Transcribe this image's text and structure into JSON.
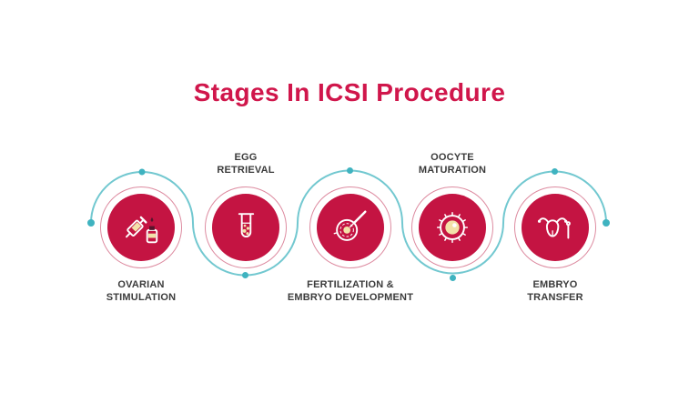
{
  "title": "Stages In ICSI Procedure",
  "stages": [
    {
      "id": "ovarian-stimulation",
      "label_line1": "OVARIAN",
      "label_line2": "STIMULATION",
      "label_position": "below",
      "icon": "syringe-vial-icon"
    },
    {
      "id": "egg-retrieval",
      "label_line1": "EGG",
      "label_line2": "RETRIEVAL",
      "label_position": "above",
      "icon": "test-tube-icon"
    },
    {
      "id": "fertilization-embryo-development",
      "label_line1": "FERTILIZATION &",
      "label_line2": "EMBRYO DEVELOPMENT",
      "label_position": "below",
      "icon": "fertilization-needle-egg-icon"
    },
    {
      "id": "oocyte-maturation",
      "label_line1": "OOCYTE",
      "label_line2": "MATURATION",
      "label_position": "above",
      "icon": "oocyte-icon"
    },
    {
      "id": "embryo-transfer",
      "label_line1": "EMBRYO",
      "label_line2": "TRANSFER",
      "label_position": "below",
      "icon": "uterus-catheter-icon"
    }
  ],
  "colors": {
    "title_text": "#d0164b",
    "circle_fill": "#c41442",
    "circle_ring": "#dd8ba0",
    "connector_line": "#72c8d0",
    "connector_dot": "#3fb3c0",
    "label_text": "#3b3b3b",
    "icon_stroke": "#ffffff",
    "icon_accent": "#f2e2a9"
  }
}
